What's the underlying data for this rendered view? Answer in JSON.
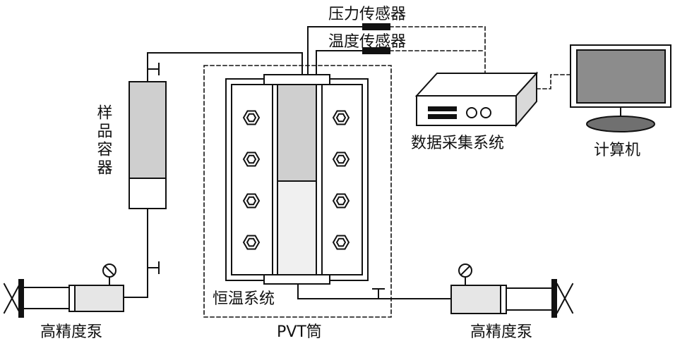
{
  "labels": {
    "pressure_sensor": "压力传感器",
    "temperature_sensor": "温度传感器",
    "sample_container": "样品容器",
    "daq_system": "数据采集系统",
    "computer": "计算机",
    "thermostat": "恒温系统",
    "pvt_cell": "PVT筒",
    "pump_left": "高精度泵",
    "pump_right": "高精度泵"
  },
  "colors": {
    "line": "#111111",
    "sample_fill": "#cfcfcf",
    "cell_fill": "#f0f0f0",
    "monitor_screen": "#8c8c8c",
    "monitor_base": "#707070",
    "box_side": "#d9d9d9"
  }
}
